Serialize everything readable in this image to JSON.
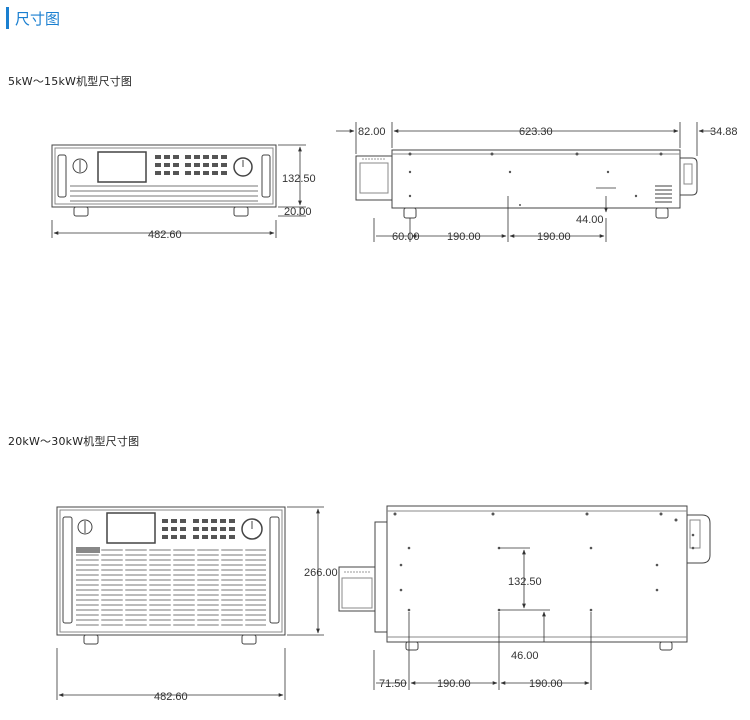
{
  "header": {
    "title": "尺寸图"
  },
  "sections": [
    {
      "label": "5kW～15kW机型尺寸图",
      "front": {
        "height": "132.50",
        "foot": "20.00",
        "width": "482.60"
      },
      "side": {
        "left": "82.00",
        "length": "623.30",
        "right": "34.88",
        "foot_pitch": [
          "60.00",
          "190.00",
          "190.00"
        ],
        "hole": "44.00"
      }
    },
    {
      "label": "20kW～30kW机型尺寸图",
      "front": {
        "height": "266.00",
        "width": "482.60"
      },
      "side": {
        "mid": "132.50",
        "hole": "46.00",
        "foot_pitch": [
          "71.50",
          "190.00",
          "190.00"
        ]
      }
    }
  ]
}
